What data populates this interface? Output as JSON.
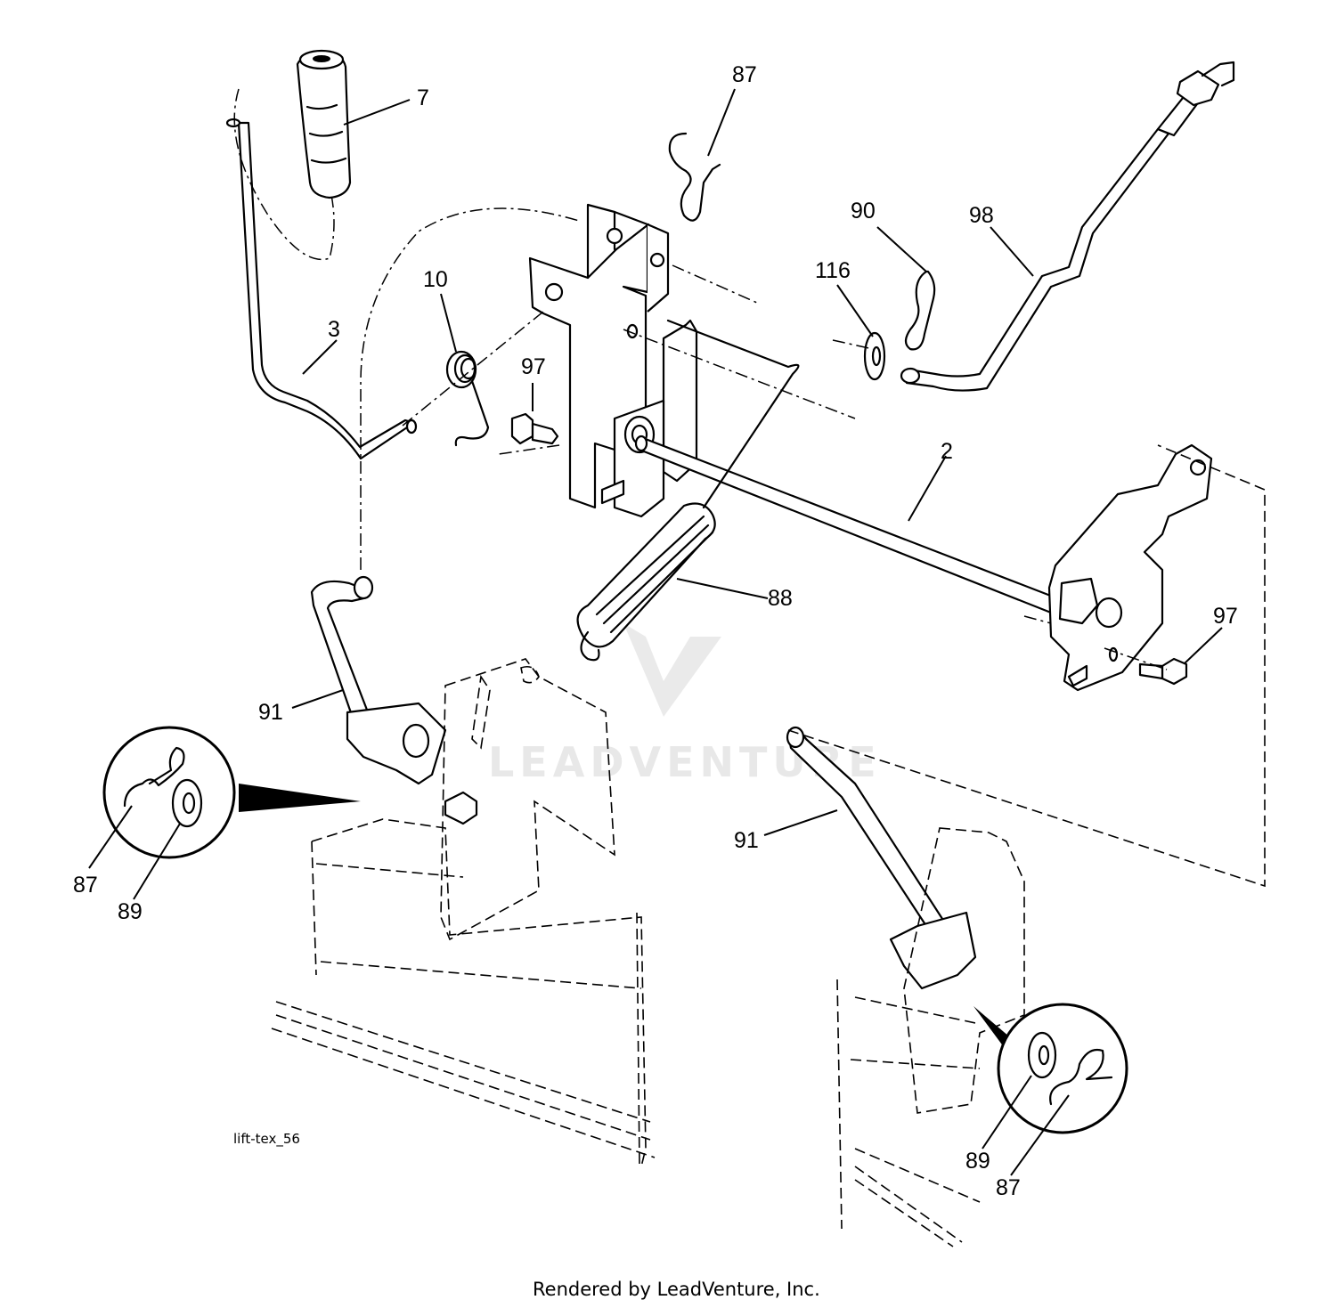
{
  "diagram": {
    "callouts": [
      {
        "id": "c7",
        "label": "7"
      },
      {
        "id": "c3",
        "label": "3"
      },
      {
        "id": "c87a",
        "label": "87"
      },
      {
        "id": "c10",
        "label": "10"
      },
      {
        "id": "c97a",
        "label": "97"
      },
      {
        "id": "c90",
        "label": "90"
      },
      {
        "id": "c98",
        "label": "98"
      },
      {
        "id": "c116",
        "label": "116"
      },
      {
        "id": "c2",
        "label": "2"
      },
      {
        "id": "c88",
        "label": "88"
      },
      {
        "id": "c97b",
        "label": "97"
      },
      {
        "id": "c91a",
        "label": "91"
      },
      {
        "id": "c91b",
        "label": "91"
      },
      {
        "id": "c87b",
        "label": "87"
      },
      {
        "id": "c89a",
        "label": "89"
      },
      {
        "id": "c89b",
        "label": "89"
      },
      {
        "id": "c87c",
        "label": "87"
      }
    ],
    "figure_id": "lift-tex_56",
    "watermark": "LEADVENTURE",
    "footer": "Rendered by LeadVenture, Inc."
  }
}
